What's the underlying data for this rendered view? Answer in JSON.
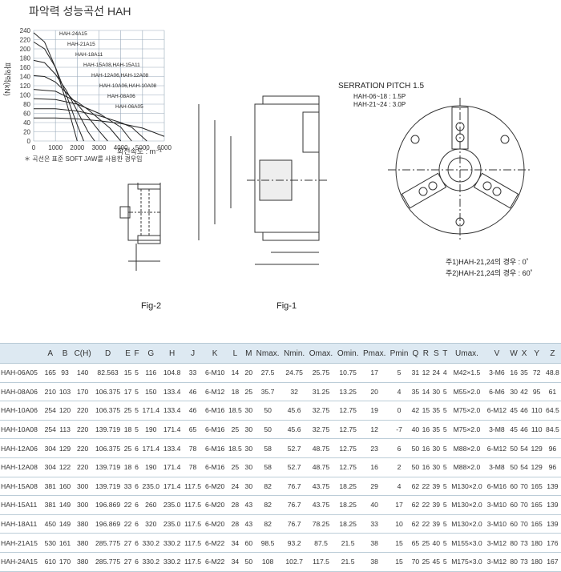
{
  "section_title": "파악력 성능곡선 HAH",
  "chart_data": {
    "type": "line",
    "title": "",
    "xlabel": "회전속도 : m⁻¹",
    "ylabel": "파악력(kN)",
    "xticks": [
      "0",
      "1000",
      "2000",
      "3000",
      "4000",
      "5000",
      "6000"
    ],
    "yticks": [
      "0",
      "20",
      "40",
      "60",
      "80",
      "100",
      "120",
      "140",
      "160",
      "180",
      "200",
      "220",
      "240"
    ],
    "xlim": [
      0,
      6000
    ],
    "ylim": [
      0,
      240
    ],
    "series": [
      {
        "name": "HAH-24A15",
        "x": [
          0,
          500,
          1000,
          1500,
          2000
        ],
        "y": [
          235,
          215,
          160,
          85,
          0
        ]
      },
      {
        "name": "HAH-21A15",
        "x": [
          0,
          500,
          1000,
          1500,
          2000,
          2300
        ],
        "y": [
          215,
          200,
          160,
          100,
          35,
          0
        ]
      },
      {
        "name": "HAH-18A11",
        "x": [
          0,
          500,
          1000,
          1500,
          2000,
          2500,
          2800
        ],
        "y": [
          175,
          170,
          145,
          110,
          65,
          20,
          0
        ]
      },
      {
        "name": "HAH-15A08,HAH-15A11",
        "x": [
          0,
          500,
          1000,
          1500,
          2000,
          2500,
          3000,
          3400
        ],
        "y": [
          142,
          140,
          128,
          105,
          80,
          52,
          22,
          0
        ]
      },
      {
        "name": "HAH-12A06,HAH-12A08",
        "x": [
          0,
          1000,
          2000,
          2500,
          3000,
          3500,
          4000
        ],
        "y": [
          112,
          108,
          85,
          68,
          48,
          28,
          0
        ]
      },
      {
        "name": "HAH-10A06,HAH-10A08",
        "x": [
          0,
          1000,
          2000,
          3000,
          3500,
          4000,
          4500
        ],
        "y": [
          92,
          90,
          80,
          60,
          45,
          30,
          0
        ]
      },
      {
        "name": "HAH-08A06",
        "x": [
          0,
          1000,
          2000,
          3000,
          4000,
          4500,
          5200
        ],
        "y": [
          70,
          70,
          65,
          55,
          40,
          30,
          0
        ]
      },
      {
        "name": "HAH-06A05",
        "x": [
          0,
          1000,
          2000,
          3000,
          4000,
          5000,
          6000
        ],
        "y": [
          50,
          50,
          48,
          44,
          38,
          28,
          10
        ]
      }
    ]
  },
  "chart_note": "＊ 곡선은 표준 SOFT JAW를 사용한 경우임",
  "figure_labels": {
    "fig1": "Fig-1",
    "fig2": "Fig-2"
  },
  "drawing_labels": {
    "serration": "SERRATION PITCH 1.5",
    "pitch1": "HAH-06~18 : 1.5P",
    "pitch2": "HAH-21~24 : 3.0P"
  },
  "notes": {
    "note1": "주1)HAH-21,24의 경우 : 0˚",
    "note2": "주2)HAH-21,24의 경우 : 60˚"
  },
  "table": {
    "headers": [
      "",
      "A",
      "B",
      "C(H)",
      "D",
      "E",
      "F",
      "G",
      "H",
      "J",
      "K",
      "L",
      "M",
      "Nmax.",
      "Nmin.",
      "Omax.",
      "Omin.",
      "Pmax.",
      "Pmin",
      "Q",
      "R",
      "S",
      "T",
      "Umax.",
      "V",
      "W",
      "X",
      "Y",
      "Z"
    ],
    "rows": [
      [
        "HAH-06A05",
        "165",
        "93",
        "140",
        "82.563",
        "15",
        "5",
        "116",
        "104.8",
        "33",
        "6-M10",
        "14",
        "20",
        "27.5",
        "24.75",
        "25.75",
        "10.75",
        "17",
        "5",
        "31",
        "12",
        "24",
        "4",
        "M42×1.5",
        "3-M6",
        "16",
        "35",
        "72",
        "48.8"
      ],
      [
        "HAH-08A06",
        "210",
        "103",
        "170",
        "106.375",
        "17",
        "5",
        "150",
        "133.4",
        "46",
        "6-M12",
        "18",
        "25",
        "35.7",
        "32",
        "31.25",
        "13.25",
        "20",
        "4",
        "35",
        "14",
        "30",
        "5",
        "M55×2.0",
        "6-M6",
        "30",
        "42",
        "95",
        "61"
      ],
      [
        "HAH-10A06",
        "254",
        "120",
        "220",
        "106.375",
        "25",
        "5",
        "171.4",
        "133.4",
        "46",
        "6-M16",
        "18.5",
        "30",
        "50",
        "45.6",
        "32.75",
        "12.75",
        "19",
        "0",
        "42",
        "15",
        "35",
        "5",
        "M75×2.0",
        "6-M12",
        "45",
        "46",
        "110",
        "64.5"
      ],
      [
        "HAH-10A08",
        "254",
        "113",
        "220",
        "139.719",
        "18",
        "5",
        "190",
        "171.4",
        "65",
        "6-M16",
        "25",
        "30",
        "50",
        "45.6",
        "32.75",
        "12.75",
        "12",
        "-7",
        "40",
        "16",
        "35",
        "5",
        "M75×2.0",
        "3-M8",
        "45",
        "46",
        "110",
        "84.5"
      ],
      [
        "HAH-12A06",
        "304",
        "129",
        "220",
        "106.375",
        "25",
        "6",
        "171.4",
        "133.4",
        "78",
        "6-M16",
        "18.5",
        "30",
        "58",
        "52.7",
        "48.75",
        "12.75",
        "23",
        "6",
        "50",
        "16",
        "30",
        "5",
        "M88×2.0",
        "6-M12",
        "50",
        "54",
        "129",
        "96"
      ],
      [
        "HAH-12A08",
        "304",
        "122",
        "220",
        "139.719",
        "18",
        "6",
        "190",
        "171.4",
        "78",
        "6-M16",
        "25",
        "30",
        "58",
        "52.7",
        "48.75",
        "12.75",
        "16",
        "2",
        "50",
        "16",
        "30",
        "5",
        "M88×2.0",
        "3-M8",
        "50",
        "54",
        "129",
        "96"
      ],
      [
        "HAH-15A08",
        "381",
        "160",
        "300",
        "139.719",
        "33",
        "6",
        "235.0",
        "171.4",
        "117.5",
        "6-M20",
        "24",
        "30",
        "82",
        "76.7",
        "43.75",
        "18.25",
        "29",
        "4",
        "62",
        "22",
        "39",
        "5",
        "M130×2.0",
        "6-M16",
        "60",
        "70",
        "165",
        "139"
      ],
      [
        "HAH-15A11",
        "381",
        "149",
        "300",
        "196.869",
        "22",
        "6",
        "260",
        "235.0",
        "117.5",
        "6-M20",
        "28",
        "43",
        "82",
        "76.7",
        "43.75",
        "18.25",
        "40",
        "17",
        "62",
        "22",
        "39",
        "5",
        "M130×2.0",
        "3-M10",
        "60",
        "70",
        "165",
        "139"
      ],
      [
        "HAH-18A11",
        "450",
        "149",
        "380",
        "196.869",
        "22",
        "6",
        "320",
        "235.0",
        "117.5",
        "6-M20",
        "28",
        "43",
        "82",
        "76.7",
        "78.25",
        "18.25",
        "33",
        "10",
        "62",
        "22",
        "39",
        "5",
        "M130×2.0",
        "3-M10",
        "60",
        "70",
        "165",
        "139"
      ],
      [
        "HAH-21A15",
        "530",
        "161",
        "380",
        "285.775",
        "27",
        "6",
        "330.2",
        "330.2",
        "117.5",
        "6-M22",
        "34",
        "60",
        "98.5",
        "93.2",
        "87.5",
        "21.5",
        "38",
        "15",
        "65",
        "25",
        "40",
        "5",
        "M155×3.0",
        "3-M12",
        "80",
        "73",
        "180",
        "176"
      ],
      [
        "HAH-24A15",
        "610",
        "170",
        "380",
        "285.775",
        "27",
        "6",
        "330.2",
        "330.2",
        "117.5",
        "6-M22",
        "34",
        "50",
        "108",
        "102.7",
        "117.5",
        "21.5",
        "38",
        "15",
        "70",
        "25",
        "45",
        "5",
        "M175×3.0",
        "3-M12",
        "80",
        "73",
        "180",
        "167"
      ]
    ]
  }
}
